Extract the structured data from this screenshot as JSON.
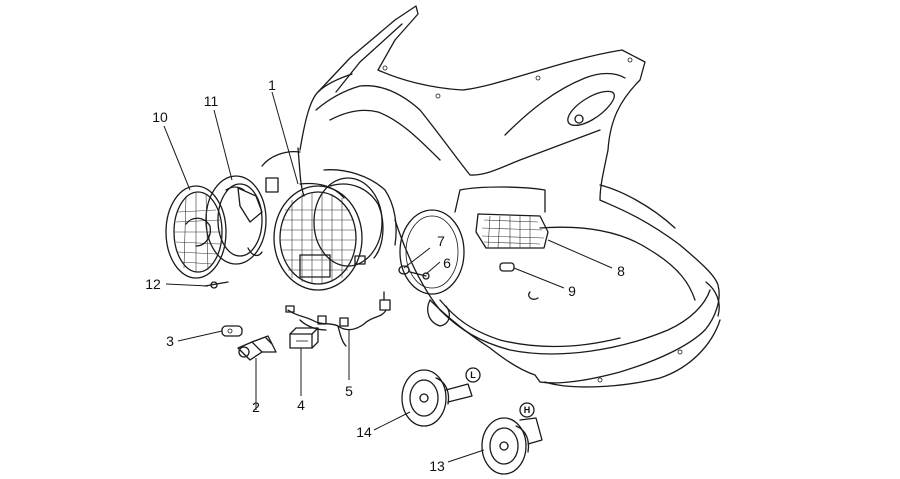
{
  "parts": [
    {
      "id": "1",
      "label": "1"
    },
    {
      "id": "2",
      "label": "2"
    },
    {
      "id": "3",
      "label": "3"
    },
    {
      "id": "4",
      "label": "4"
    },
    {
      "id": "5",
      "label": "5"
    },
    {
      "id": "6",
      "label": "6"
    },
    {
      "id": "7",
      "label": "7"
    },
    {
      "id": "8",
      "label": "8"
    },
    {
      "id": "9",
      "label": "9"
    },
    {
      "id": "10",
      "label": "10"
    },
    {
      "id": "11",
      "label": "11"
    },
    {
      "id": "12",
      "label": "12"
    },
    {
      "id": "13",
      "label": "13"
    },
    {
      "id": "14",
      "label": "14"
    }
  ],
  "horn_badges": {
    "low": "L",
    "high": "H"
  },
  "colors": {
    "ink": "#1a1a1a",
    "background": "#ffffff"
  }
}
